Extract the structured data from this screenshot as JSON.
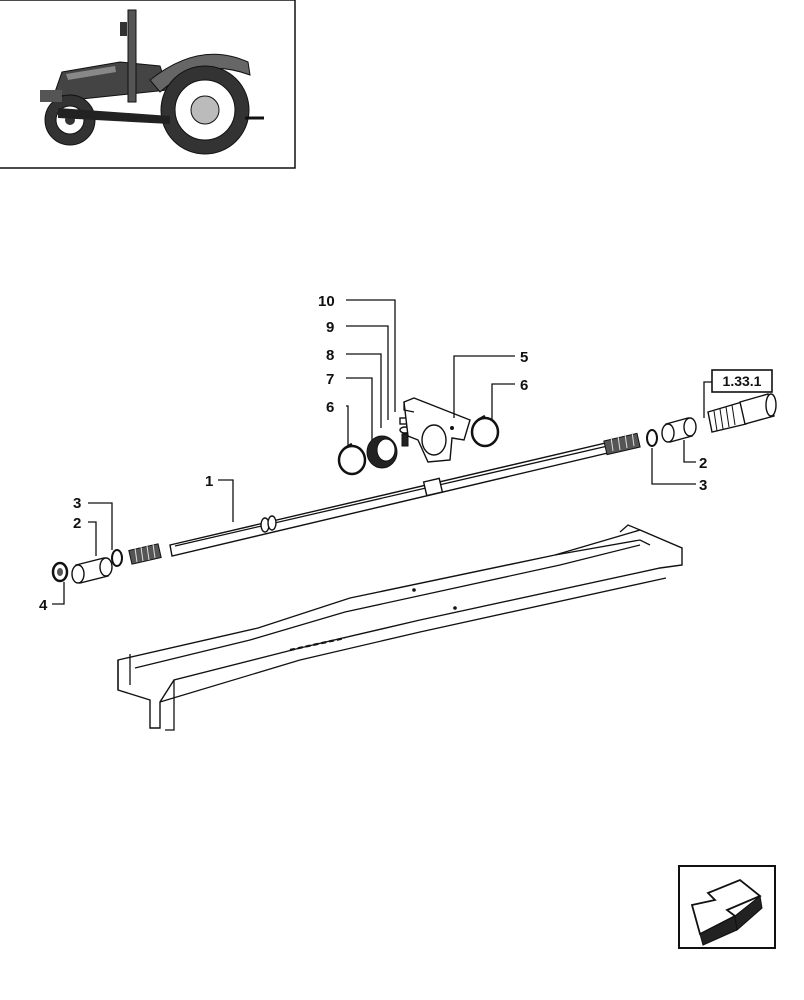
{
  "callouts": {
    "c1": "1",
    "c2_left": "2",
    "c3_left": "3",
    "c4": "4",
    "c5": "5",
    "c6_left": "6",
    "c6_right": "6",
    "c7": "7",
    "c8": "8",
    "c9": "9",
    "c10": "10",
    "c2_right": "2",
    "c3_right": "3"
  },
  "reference": "1.33.1",
  "icons": {
    "nav": "back-arrow-icon",
    "thumbnail": "tractor-icon"
  }
}
